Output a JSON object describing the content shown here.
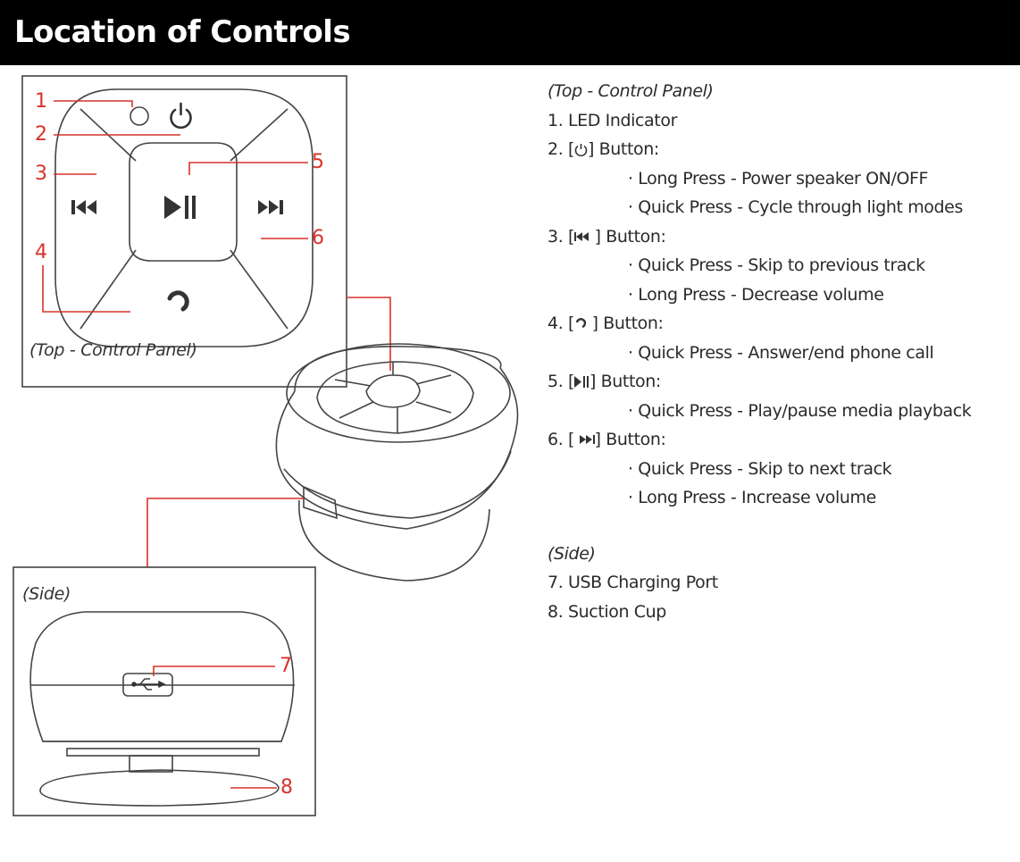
{
  "header": {
    "title": "Location of Controls"
  },
  "top_panel": {
    "caption": "(Top - Control Panel)"
  },
  "side_panel": {
    "caption": "(Side)"
  },
  "callouts": [
    "1",
    "2",
    "3",
    "4",
    "5",
    "6",
    "7",
    "8"
  ],
  "legend": {
    "top_caption": "(Top - Control Panel)",
    "item1": "1. LED Indicator",
    "item2": {
      "label_prefix": "2. [",
      "label_suffix": "] Button:",
      "bullets": [
        "· Long Press - Power speaker ON/OFF",
        "· Quick Press - Cycle through light modes"
      ]
    },
    "item3": {
      "label_prefix": "3. [",
      "label_suffix": " ] Button:",
      "bullets": [
        "· Quick Press - Skip to previous track",
        "· Long Press -  Decrease volume"
      ]
    },
    "item4": {
      "label_prefix": "4. [",
      "label_suffix": " ] Button:",
      "bullets": [
        "· Quick Press -  Answer/end phone call"
      ]
    },
    "item5": {
      "label_prefix": "5. [",
      "label_suffix": "] Button:",
      "bullets": [
        "· Quick Press - Play/pause media playback"
      ]
    },
    "item6": {
      "label_prefix": "6. [ ",
      "label_suffix": "] Button:",
      "bullets": [
        "· Quick Press - Skip to next track",
        "· Long Press - Increase volume"
      ]
    },
    "side_caption": "(Side)",
    "item7": "7. USB Charging Port",
    "item8": "8. Suction Cup"
  },
  "colors": {
    "header_bg": "#000000",
    "callout": "#d9322a",
    "outline": "#444444"
  },
  "icons": [
    "led-indicator-icon",
    "power-icon",
    "previous-track-icon",
    "play-pause-icon",
    "next-track-icon",
    "phone-call-icon",
    "usb-icon"
  ]
}
